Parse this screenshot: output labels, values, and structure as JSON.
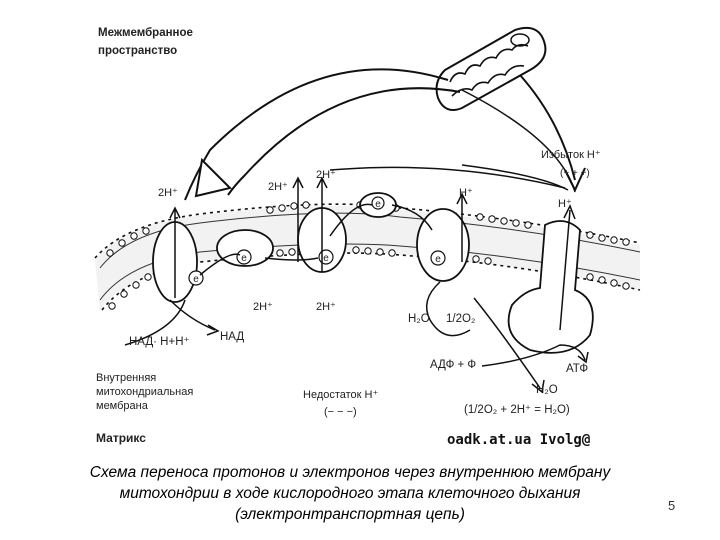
{
  "diagram": {
    "labels": {
      "intermembrane_space": "Межмембранное пространство",
      "excess_h": "Избыток Н⁺",
      "excess_sign": "(+ + +)",
      "h_plus": "Н⁺",
      "h2_left": "2Н⁺",
      "h2_mid": "2Н⁺",
      "h2_right": "2Н⁺",
      "h2_below_1": "2Н⁺",
      "h2_below_2": "2Н⁺",
      "electron": "е",
      "nadh": "НАД· Н+Н⁺",
      "nad": "НАД",
      "h2o": "Н₂О",
      "half_o2": "1/2О₂",
      "adp": "АДФ + Ф",
      "atp": "АТФ",
      "h2o_product": "Н₂О",
      "inner_membrane": "Внутренняя митохондриальная мембрана",
      "deficit_h": "Недостаток Н⁺",
      "deficit_sign": "(− − −)",
      "equation": "(1/2О₂ + 2Н⁺ = Н₂О)",
      "matrix": "Матрикс",
      "watermark": "oadk.at.ua Ivolg@"
    }
  },
  "caption": {
    "line1": "Схема переноса протонов и электронов через внутреннюю мембрану",
    "line2": "митохондрии в ходе кислородного этапа клеточного дыхания",
    "line3": "(электронтранспортная цепь)"
  },
  "slide_number": "5"
}
